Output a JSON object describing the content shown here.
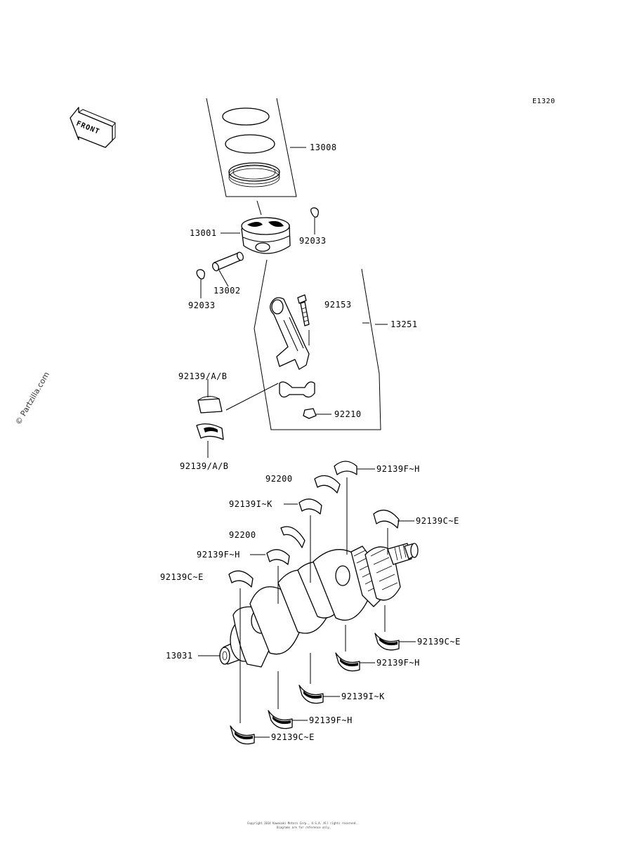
{
  "diagram_code": "E1320",
  "front_arrow_text": "FRONT",
  "watermark": "© Partzilla.com",
  "footer_lines": [
    "Copyright 2014 Kawasaki Motors Corp., U.S.A. All rights reserved.",
    "Diagrams are for reference only."
  ],
  "labels": {
    "p13008": "13008",
    "p13001": "13001",
    "p92033_a": "92033",
    "p13002": "13002",
    "p92033_b": "92033",
    "p92153": "92153",
    "p13251": "13251",
    "p92139ab_a": "92139/A/B",
    "p92210": "92210",
    "p92139ab_b": "92139/A/B",
    "p92139fh_top": "92139F~H",
    "p92200_a": "92200",
    "p92139ik_top": "92139I~K",
    "p92139ce_tr": "92139C~E",
    "p92200_b": "92200",
    "p92139fh_mid": "92139F~H",
    "p92139ce_l": "92139C~E",
    "p13031": "13031",
    "p92139ce_r": "92139C~E",
    "p92139fh_r": "92139F~H",
    "p92139ik_bot": "92139I~K",
    "p92139fh_bot": "92139F~H",
    "p92139ce_bot": "92139C~E"
  }
}
